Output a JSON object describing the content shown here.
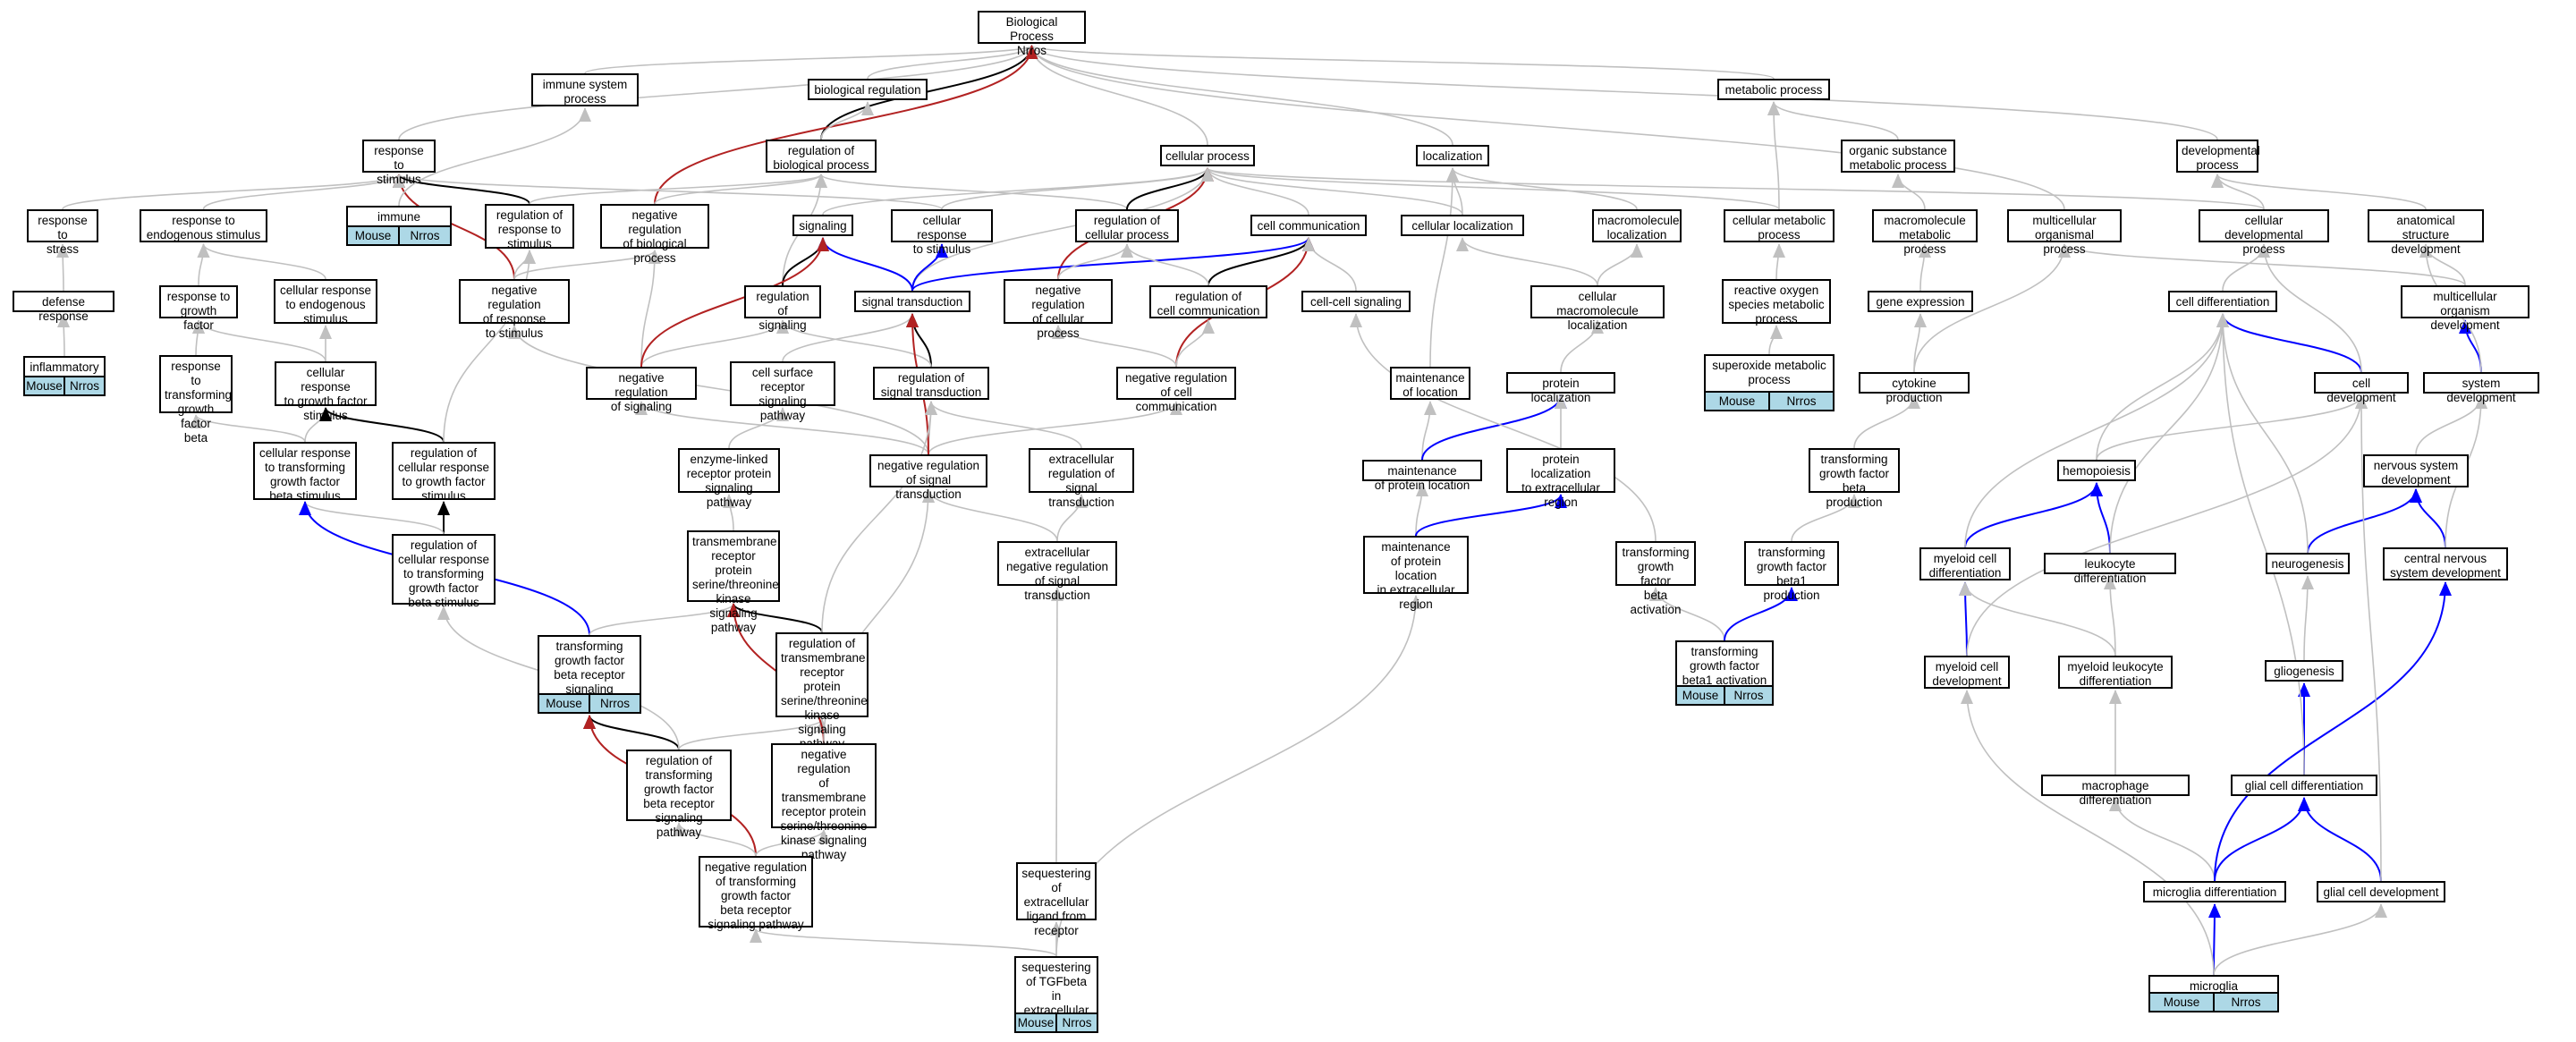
{
  "colors": {
    "gray": "#c0c0c0",
    "black": "#000000",
    "blue": "#0000ff",
    "red": "#b22222",
    "annotation": "#add8e6"
  },
  "nodes": {
    "root": "Biological Process\nNrros",
    "immune_system_process": "immune system\nprocess",
    "biological_regulation": "biological regulation",
    "metabolic_process": "metabolic process",
    "response_to_stimulus": "response to\nstimulus",
    "regulation_of_biological_process": "regulation of\nbiological process",
    "cellular_process": "cellular process",
    "localization": "localization",
    "organic_substance_metabolic_process": "organic substance\nmetabolic process",
    "developmental_process": "developmental\nprocess",
    "response_to_stress": "response to\nstress",
    "response_to_endogenous_stimulus": "response to\nendogenous stimulus",
    "immune_response": "immune response",
    "regulation_of_response_to_stimulus": "regulation of\nresponse to\nstimulus",
    "negative_regulation_of_biological_process": "negative regulation\nof biological\nprocess",
    "signaling": "signaling",
    "cellular_response_to_stimulus": "cellular response\nto stimulus",
    "regulation_of_cellular_process": "regulation of\ncellular process",
    "cell_communication": "cell communication",
    "cellular_localization": "cellular localization",
    "macromolecule_localization": "macromolecule\nlocalization",
    "cellular_metabolic_process": "cellular metabolic\nprocess",
    "macromolecule_metabolic_process": "macromolecule\nmetabolic process",
    "multicellular_organismal_process": "multicellular\norganismal process",
    "cellular_developmental_process": "cellular developmental\nprocess",
    "anatomical_structure_development": "anatomical structure\ndevelopment",
    "defense_response": "defense response",
    "response_to_growth_factor": "response to\ngrowth factor",
    "cellular_response_to_endogenous_stimulus": "cellular response\nto endogenous\nstimulus",
    "negative_regulation_of_response_to_stimulus": "negative regulation\nof response\nto stimulus",
    "regulation_of_signaling": "regulation of\nsignaling",
    "signal_transduction": "signal transduction",
    "negative_regulation_of_cellular_process": "negative regulation\nof cellular\nprocess",
    "regulation_of_cell_communication": "regulation of\ncell communication",
    "cell_cell_signaling": "cell-cell signaling",
    "cellular_macromolecule_localization": "cellular macromolecule\nlocalization",
    "reactive_oxygen_species_metabolic_process": "reactive oxygen\nspecies metabolic\nprocess",
    "gene_expression": "gene expression",
    "cell_differentiation": "cell differentiation",
    "multicellular_organism_development": "multicellular\norganism development",
    "inflammatory_response": "inflammatory\nresponse",
    "response_to_transforming_growth_factor_beta": "response to\ntransforming\ngrowth factor\nbeta",
    "cellular_response_to_growth_factor_stimulus": "cellular response\nto growth factor\nstimulus",
    "negative_regulation_of_signaling": "negative regulation\nof signaling",
    "cell_surface_receptor_signaling_pathway": "cell surface\nreceptor signaling\npathway",
    "regulation_of_signal_transduction": "regulation of\nsignal transduction",
    "negative_regulation_of_cell_communication": "negative regulation\nof cell communication",
    "maintenance_of_location": "maintenance\nof location",
    "protein_localization": "protein localization",
    "superoxide_metabolic_process": "superoxide metabolic\nprocess",
    "cytokine_production": "cytokine production",
    "cell_development": "cell development",
    "system_development": "system development",
    "cellular_response_to_transforming_growth_factor_beta_stimulus": "cellular response\nto transforming\ngrowth factor\nbeta stimulus",
    "regulation_of_cellular_response_to_growth_factor_stimulus": "regulation of\ncellular response\nto growth factor\nstimulus",
    "enzyme_linked_receptor_protein_signaling_pathway": "enzyme-linked\nreceptor protein\nsignaling pathway",
    "negative_regulation_of_signal_transduction": "negative regulation\nof signal transduction",
    "extracellular_regulation_of_signal_transduction": "extracellular\nregulation of\nsignal transduction",
    "maintenance_of_protein_location": "maintenance\nof protein location",
    "protein_localization_to_extracellular_region": "protein localization\nto extracellular\nregion",
    "transforming_growth_factor_beta_production": "transforming\ngrowth factor\nbeta production",
    "hemopoiesis": "hemopoiesis",
    "nervous_system_development": "nervous system\ndevelopment",
    "regulation_of_cellular_response_to_transforming_growth_factor_beta_stimulus": "regulation of\ncellular response\nto transforming\ngrowth factor\nbeta stimulus",
    "transmembrane_receptor_protein_serine_threonine_kinase_signaling_pathway": "transmembrane\nreceptor protein\nserine/threonine\nkinase signaling\npathway",
    "extracellular_negative_regulation_of_signal_transduction": "extracellular\nnegative regulation\nof signal transduction",
    "maintenance_of_protein_location_in_extracellular_region": "maintenance\nof protein location\nin extracellular\nregion",
    "transforming_growth_factor_beta_activation": "transforming\ngrowth factor\nbeta activation",
    "transforming_growth_factor_beta1_production": "transforming\ngrowth factor\nbeta1 production",
    "myeloid_cell_differentiation": "myeloid cell\ndifferentiation",
    "leukocyte_differentiation": "leukocyte differentiation",
    "neurogenesis": "neurogenesis",
    "central_nervous_system_development": "central nervous\nsystem development",
    "transforming_growth_factor_beta_receptor_signaling_pathway": "transforming\ngrowth factor\nbeta receptor\nsignaling pathway",
    "regulation_of_transmembrane_receptor_protein_serine_threonine_kinase_signaling_pathway": "regulation of\ntransmembrane\nreceptor protein\nserine/threonine\nkinase signaling\npathway",
    "transforming_growth_factor_beta1_activation": "transforming\ngrowth factor\nbeta1 activation",
    "myeloid_cell_development": "myeloid cell\ndevelopment",
    "myeloid_leukocyte_differentiation": "myeloid leukocyte\ndifferentiation",
    "gliogenesis": "gliogenesis",
    "regulation_of_transforming_growth_factor_beta_receptor_signaling_pathway": "regulation of\ntransforming\ngrowth factor\nbeta receptor\nsignaling pathway",
    "negative_regulation_of_transmembrane_receptor_protein_serine_threonine_kinase_signaling_pathway": "negative regulation\nof transmembrane\nreceptor protein\nserine/threonine\nkinase signaling\npathway",
    "macrophage_differentiation": "macrophage differentiation",
    "glial_cell_differentiation": "glial cell differentiation",
    "negative_regulation_of_transforming_growth_factor_beta_receptor_signaling_pathway": "negative regulation\nof transforming\ngrowth factor\nbeta receptor\nsignaling pathway",
    "sequestering_of_extracellular_ligand_from_receptor": "sequestering\nof extracellular\nligand from\nreceptor",
    "microglia_differentiation": "microglia differentiation",
    "glial_cell_development": "glial cell development",
    "sequestering_of_TGFbeta_in_extracellular_matrix": "sequestering\nof TGFbeta in\nextracellular\nmatrix",
    "microglia_development": "microglia development"
  },
  "annotation": {
    "species": "Mouse",
    "gene": "Nrros"
  }
}
